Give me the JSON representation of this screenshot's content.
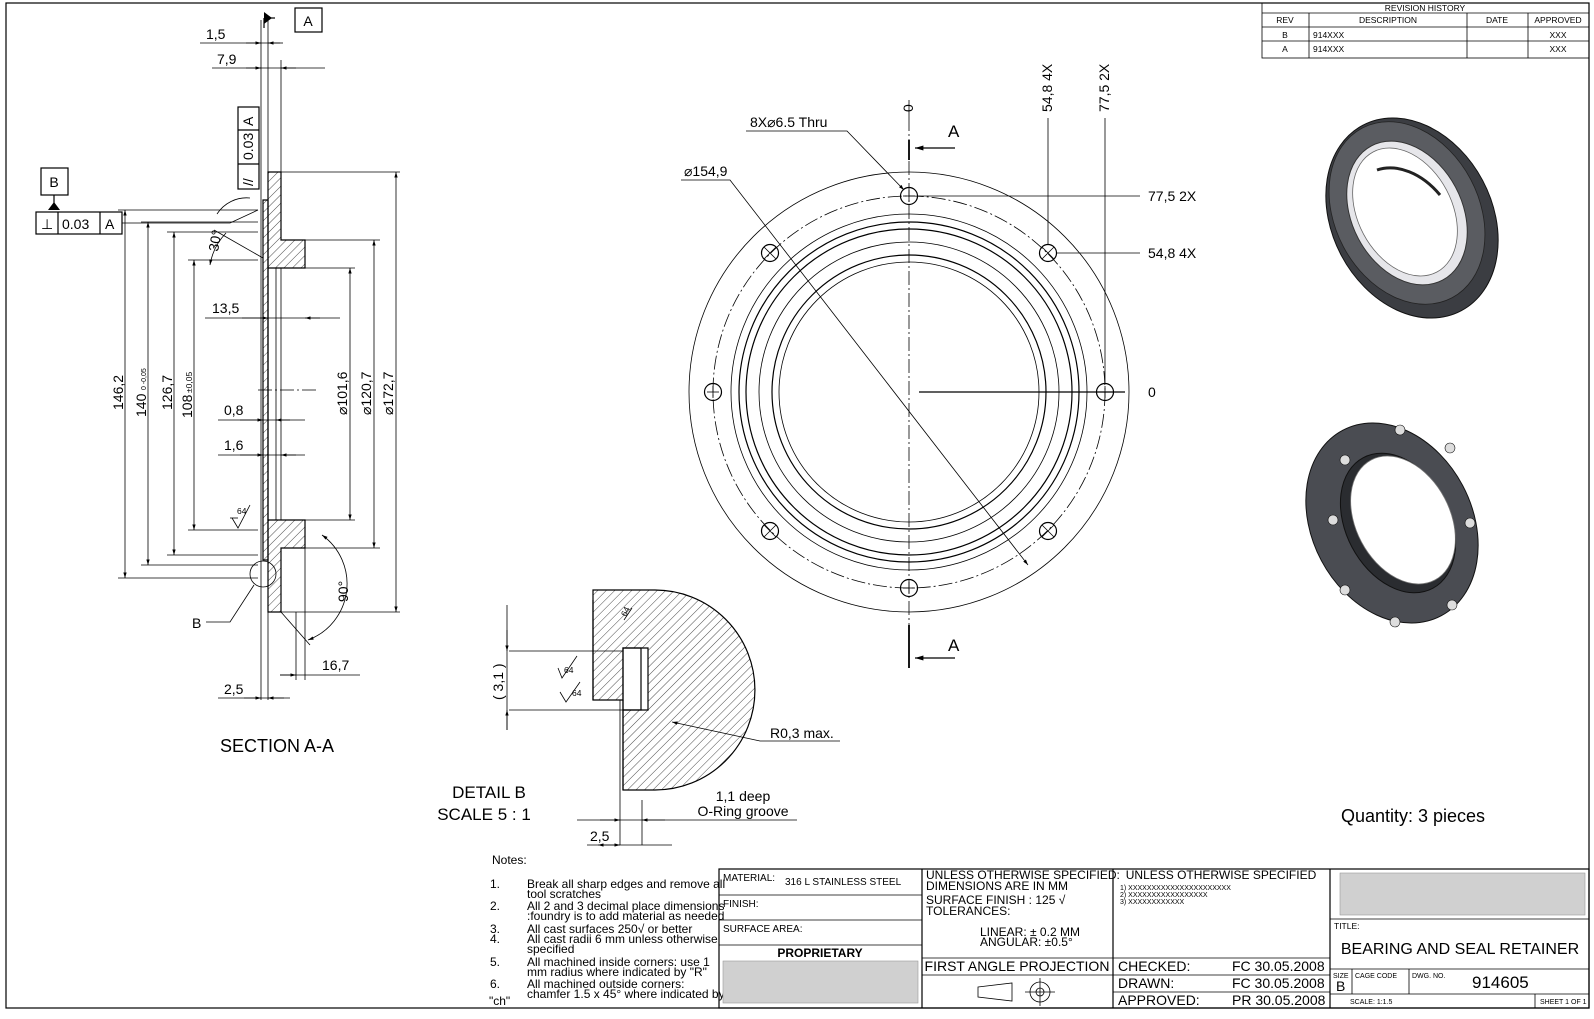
{
  "revision_history": {
    "title": "REVISION HISTORY",
    "headers": [
      "REV",
      "DESCRIPTION",
      "DATE",
      "APPROVED"
    ],
    "rows": [
      [
        "B",
        "914XXX",
        "",
        "XXX"
      ],
      [
        "A",
        "914XXX",
        "",
        "XXX"
      ]
    ]
  },
  "section_view": {
    "label": "SECTION A-A",
    "datum_a": "A",
    "datum_b": "B",
    "leader_b": "B",
    "parallelism": {
      "symbol": "//",
      "value": "0.03",
      "datum": "A"
    },
    "perpendicularity": {
      "symbol": "⊥",
      "value": "0.03",
      "datum": "A"
    },
    "dims": {
      "d1_5": "1,5",
      "d7_9": "7,9",
      "d13_5": "13,5",
      "d0_8": "0,8",
      "d1_6": "1,6",
      "d2_5": "2,5",
      "d16_7": "16,7",
      "d146_2": "146,2",
      "d140": "140",
      "d140_tol": "0 -0,05",
      "d126_7": "126,7",
      "d108": "108",
      "d108_tol": "±0,05",
      "d101_6": "⌀101,6",
      "d120_7": "⌀120,7",
      "d172_7": "⌀172,7",
      "a30": "30°",
      "a90": "90°",
      "finish64": "64"
    }
  },
  "detail_view": {
    "label": "DETAIL B",
    "scale": "SCALE 5 : 1",
    "d3_1": "( 3,1 )",
    "d2_5": "2,5",
    "r0_3": "R0,3 max.",
    "groove_1": "1,1 deep",
    "groove_2": "O-Ring groove",
    "finish64": "64"
  },
  "front_view": {
    "holes": "8X⌀6.5  Thru",
    "d154_9": "⌀154,9",
    "section_a": "A",
    "ord_0_top": "0",
    "ord_54_8_top": "54,8  4X",
    "ord_77_5_top": "77,5  2X",
    "ord_77_5_right": "77,5  2X",
    "ord_54_8_right": "54,8  4X",
    "ord_0_right": "0"
  },
  "quantity": "Quantity: 3 pieces",
  "notes": {
    "title": "Notes:",
    "items": [
      {
        "num": "1.",
        "lines": [
          "Break all sharp edges and remove all",
          "tool scratches"
        ]
      },
      {
        "num": "2.",
        "lines": [
          "All 2 and 3 decimal place dimensions",
          ":foundry is to add material as needed"
        ]
      },
      {
        "num": "3.",
        "lines": [
          "All cast surfaces 250√  or better"
        ]
      },
      {
        "num": "4.",
        "lines": [
          "All cast radii 6 mm unless otherwise",
          "specified"
        ]
      },
      {
        "num": "5.",
        "lines": [
          "All machined inside corners: use 1",
          "mm radius where indicated by \"R\""
        ]
      },
      {
        "num": "6.",
        "lines": [
          "All machined outside corners:",
          "chamfer 1.5 x 45° where  indicated by"
        ]
      }
    ],
    "tail": "\"ch\""
  },
  "title_block": {
    "material_label": "MATERIAL:",
    "material_value": "316 L STAINLESS STEEL",
    "finish_label": "FINISH:",
    "surface_area_label": "SURFACE AREA:",
    "proprietary": "PROPRIETARY",
    "unless_1": "UNLESS OTHERWISE SPECIFIED:",
    "unless_2": "DIMENSIONS ARE IN MM",
    "surface_finish": "SURFACE FINISH : 125 √",
    "tolerances": "TOLERANCES:",
    "linear": "LINEAR: ± 0.2 MM",
    "angular": "ANGULAR: ±0.5°",
    "projection": "FIRST ANGLE PROJECTION",
    "unless_3": "UNLESS OTHERWISE SPECIFIED",
    "spec_1": "1) XXXXXXXXXXXXXXXXXXXXXX",
    "spec_2": "2) XXXXXXXXXXXXXXXXX",
    "spec_3": "3) XXXXXXXXXXXX",
    "checked_label": "CHECKED:",
    "checked_value": "FC 30.05.2008",
    "drawn_label": "DRAWN:",
    "drawn_value": "FC 30.05.2008",
    "approved_label": "APPROVED:",
    "approved_value": "PR 30.05.2008",
    "title_label": "TITLE:",
    "title": "BEARING AND SEAL RETAINER",
    "size_label": "SIZE",
    "size_value": "B",
    "cage_label": "CAGE CODE",
    "dwg_label": "DWG.  NO.",
    "dwg_value": "914605",
    "scale": "SCALE:  1:1.5",
    "sheet": "SHEET 1 OF 1"
  }
}
